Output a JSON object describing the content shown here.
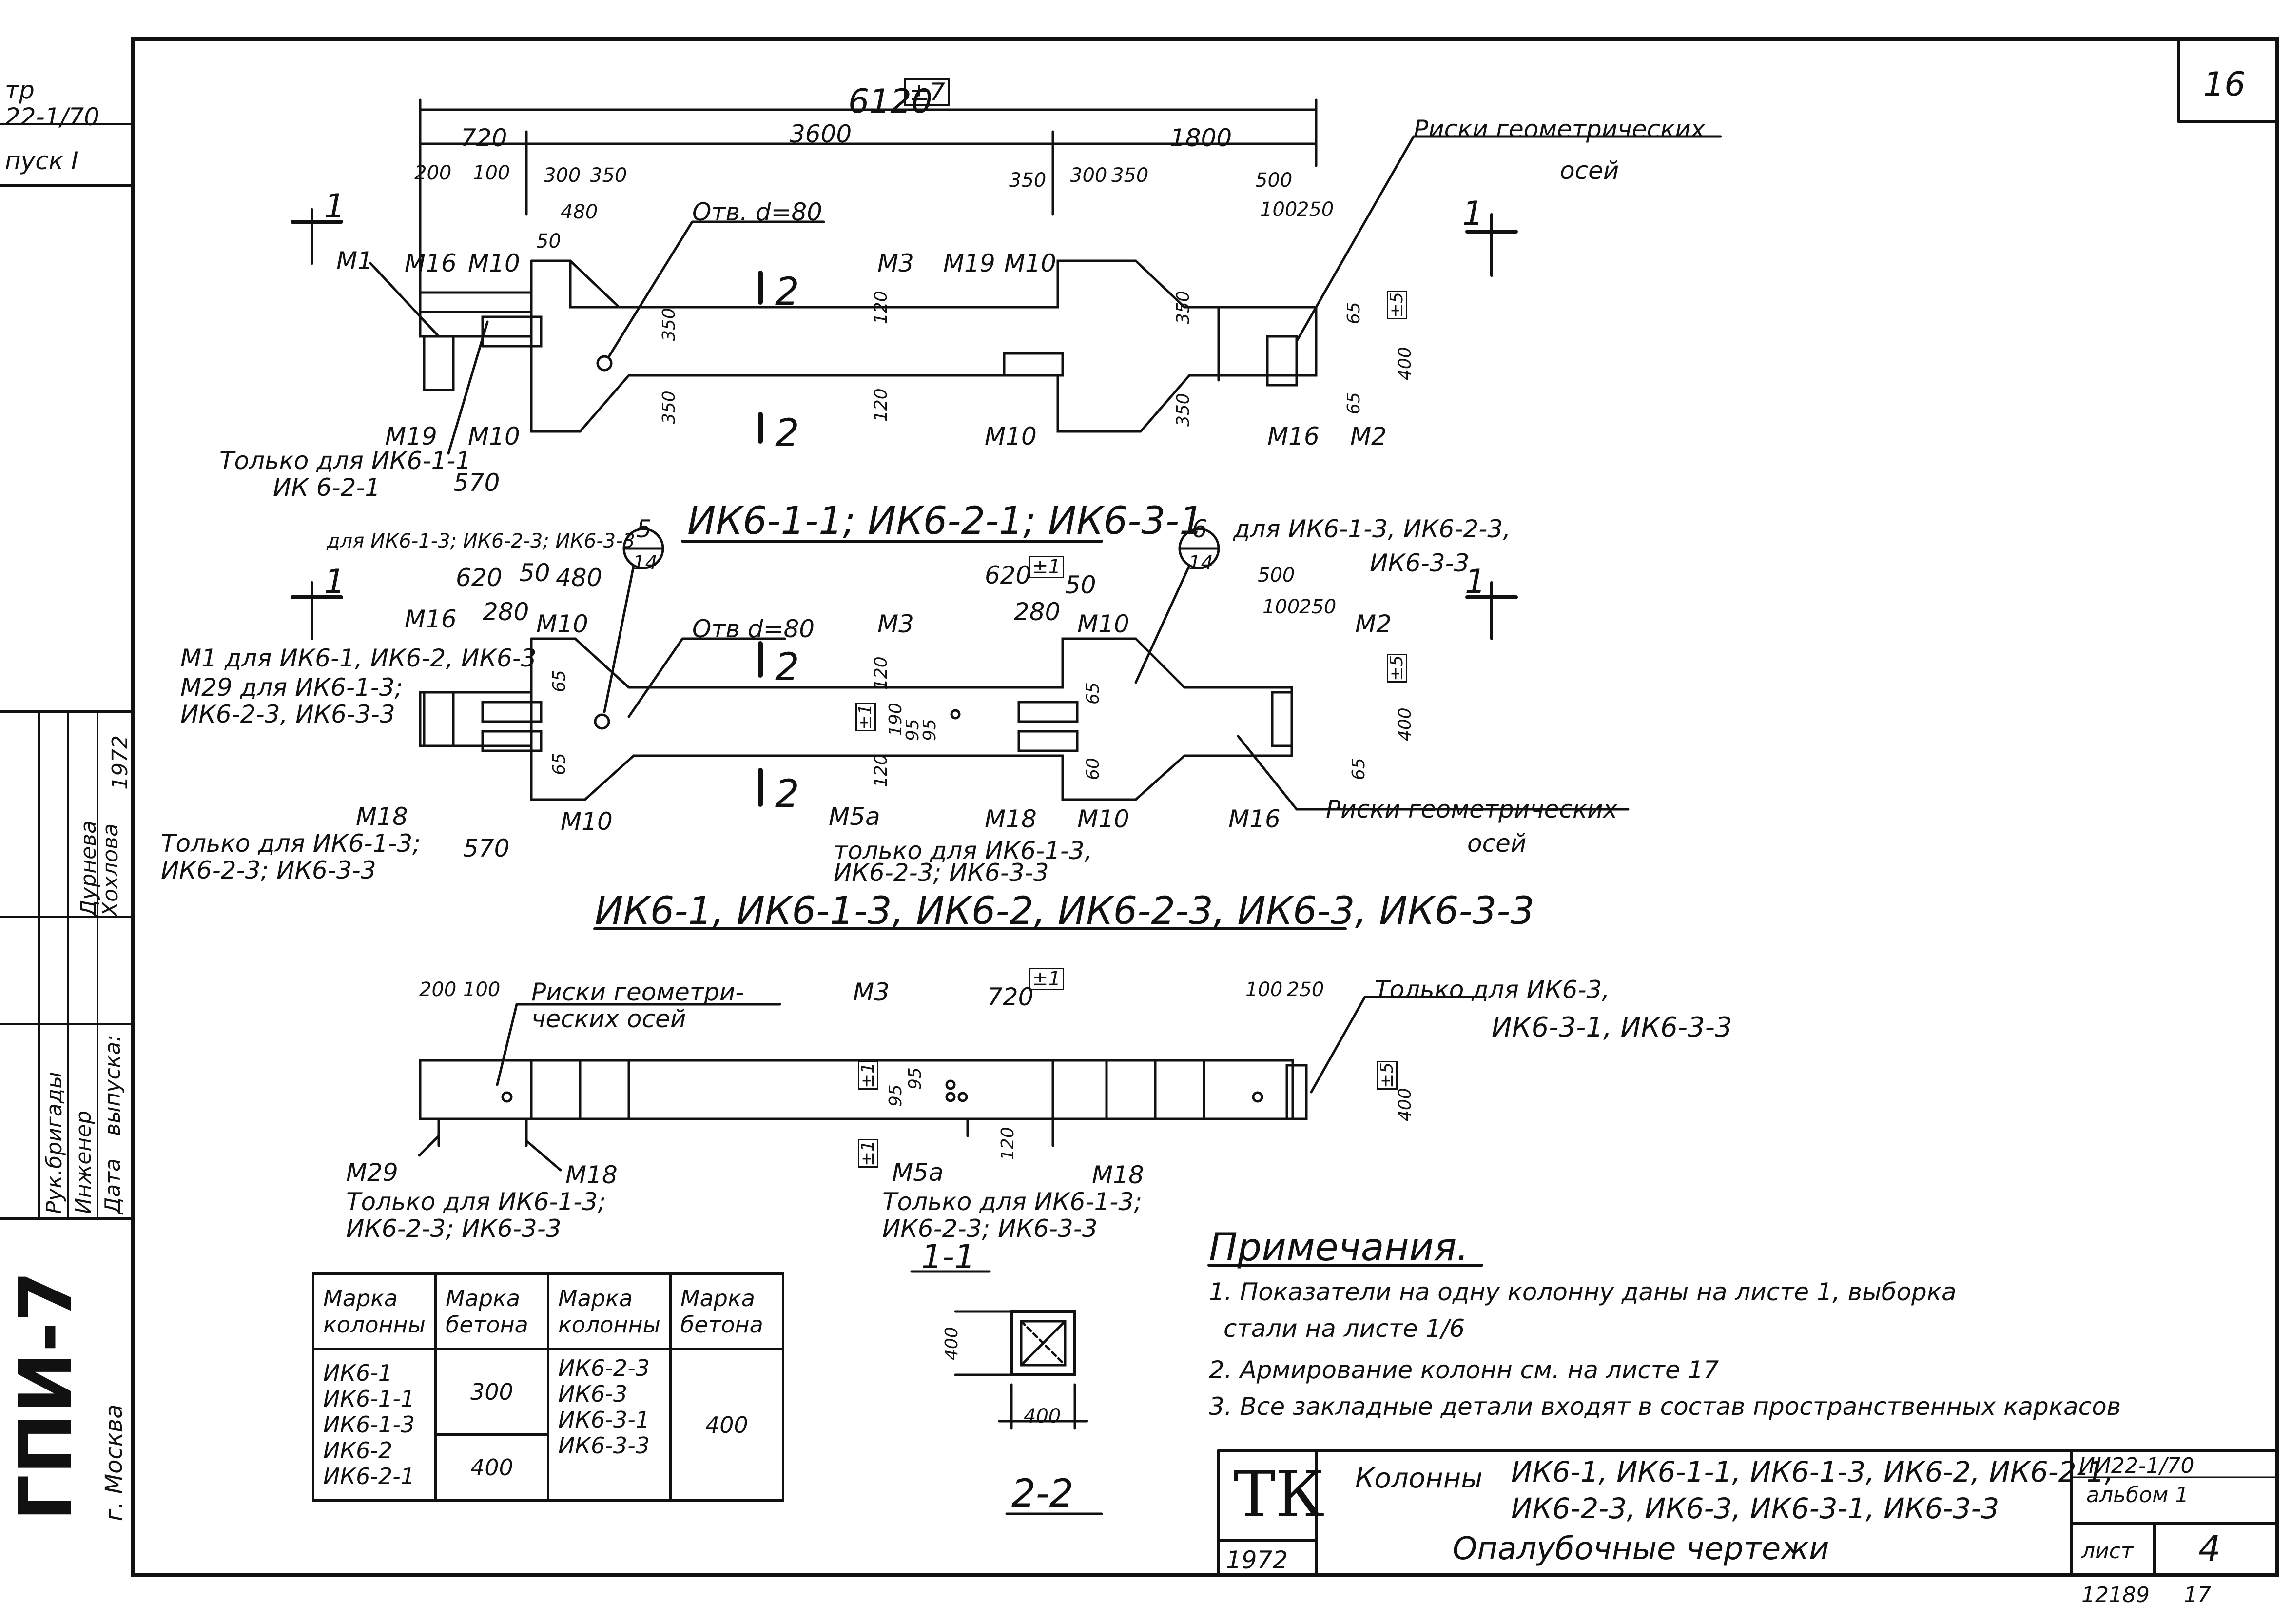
{
  "sheet_number": "16",
  "left_strip": {
    "code_top": "тр",
    "code_series": "22-1/70",
    "release": "пуск I",
    "year": "1972",
    "surname_1": "Дурнева",
    "surname_2": "Хохлова",
    "role_1": "Рук.бригады",
    "role_2": "Инженер",
    "role_3": "Дата",
    "role_3b": "выпуска:",
    "org": "ГПИ-7",
    "city": "г. Москва"
  },
  "view1": {
    "total_dim": "6120",
    "total_tol": "±7",
    "dim_720": "720",
    "dim_3600": "3600",
    "dim_1800": "1800",
    "dim_200": "200",
    "dim_100": "100",
    "dim_300": "300",
    "dim_350a": "350",
    "dim_480": "480",
    "dim_50": "50",
    "dim_350b": "350",
    "dim_300b": "300",
    "dim_350c": "350",
    "dim_500": "500",
    "dim_100b": "100",
    "dim_250": "250",
    "hole": "Отв. d=80",
    "risk_1": "Риски геометрических",
    "risk_2": "осей",
    "m1": "М1",
    "m16": "М16",
    "m10a": "М10",
    "m3": "М3",
    "m19": "М19",
    "m10b": "М10",
    "m19b": "М19",
    "m10c": "М10",
    "m10d": "М10",
    "m16b": "М16",
    "m2": "М2",
    "v350a": "350",
    "v350b": "350",
    "v350c": "350",
    "v350d": "350",
    "v120a": "120",
    "v120b": "120",
    "v65a": "65",
    "v65b": "65",
    "v400": "400",
    "v5": "±5",
    "only_1": "Только для ИК6-1-1",
    "only_2": "ИК 6-2-1",
    "dim_570": "570",
    "sec_1": "1",
    "sec_2": "2"
  },
  "view2_title": "ИК6-1-1; ИК6-2-1; ИК6-3-1",
  "view2": {
    "callout5_top": "5",
    "callout5_bot": "14",
    "callout6_top": "6",
    "callout6_bot": "14",
    "for_left": "для ИК6-1-3; ИК6-2-3; ИК6-3-3",
    "for_right_1": "для ИК6-1-3, ИК6-2-3,",
    "for_right_2": "ИК6-3-3",
    "dim_620": "620",
    "dim_50": "50",
    "dim_480": "480",
    "dim_280": "280",
    "dim_620b": "620",
    "tol_620b": "±1",
    "dim_50b": "50",
    "dim_280b": "280",
    "dim_500": "500",
    "dim_100": "100",
    "dim_250": "250",
    "m16": "М16",
    "m10": "М10",
    "hole": "Отв d=80",
    "m3": "М3",
    "m10b": "М10",
    "m2": "М2",
    "m1_note": "М1 для ИК6-1, ИК6-2, ИК6-3",
    "m29_note_1": "М29 для ИК6-1-3;",
    "m29_note_2": "ИК6-2-3, ИК6-3-3",
    "m18": "М18",
    "m10c": "М10",
    "m5a": "М5а",
    "m18b": "М18",
    "m10d": "М10",
    "m16b": "М16",
    "only_1": "Только для ИК6-1-3;",
    "only_2": "ИК6-2-3; ИК6-3-3",
    "dim_570": "570",
    "only_3": "только для ИК6-1-3,",
    "only_4": "ИК6-2-3; ИК6-3-3",
    "risk_1": "Риски геометрических",
    "risk_2": "осей",
    "v65": "65",
    "v120": "120",
    "v190": "190",
    "v95a": "95",
    "v95b": "95",
    "v120b": "120",
    "v65b": "65",
    "v65c": "65",
    "v60": "60",
    "v65d": "65",
    "v400": "400",
    "v5": "±5",
    "v1": "±1",
    "sec_2a": "2",
    "sec_2b": "2",
    "sec_1a": "1",
    "sec_1b": "1"
  },
  "view3_title": "ИК6-1, ИК6-1-3, ИК6-2, ИК6-2-3, ИК6-3, ИК6-3-3",
  "view3": {
    "dim_200": "200",
    "dim_100": "100",
    "risk_1": "Риски геометри-",
    "risk_2": "ческих осей",
    "m3": "М3",
    "dim_720": "720",
    "tol_720": "±1",
    "dim_100b": "100",
    "dim_250": "250",
    "only_r1": "Только для ИК6-3,",
    "only_r2": "ИК6-3-1, ИК6-3-3",
    "v1a": "±1",
    "v95a": "95",
    "v95b": "95",
    "v1b": "±1",
    "v120": "120",
    "v5": "±5",
    "v400": "400",
    "m29": "М29",
    "m18": "М18",
    "m5a": "М5а",
    "m18b": "М18",
    "only_1": "Только для ИК6-1-3;",
    "only_2": "ИК6-2-3; ИК6-3-3",
    "only_3": "Только для ИК6-1-3;",
    "only_4": "ИК6-2-3; ИК6-3-3"
  },
  "section11": {
    "title": "1-1",
    "dim_h": "400",
    "dim_w": "400"
  },
  "section22": {
    "title": "2-2"
  },
  "mark_table": {
    "headers": [
      "Марка колонны",
      "Марка бетона",
      "Марка колонны",
      "Марка бетона"
    ],
    "col1": [
      "ИК6-1",
      "ИК6-1-1",
      "ИК6-1-3",
      "ИК6-2",
      "ИК6-2-1"
    ],
    "b300": "300",
    "b400a": "400",
    "col3": [
      "ИК6-2-3",
      "ИК6-3",
      "ИК6-3-1",
      "ИК6-3-3"
    ],
    "b400b": "400"
  },
  "notes": {
    "title": "Примечания.",
    "n1a": "1. Показатели на одну колонну даны на листе 1, выборка",
    "n1b": "стали на листе 1/6",
    "n2": "2. Армирование колонн см. на листе 17",
    "n3": "3. Все закладные детали входят в состав пространственных каркасов"
  },
  "title_block": {
    "logo": "ТК",
    "year": "1972",
    "kol": "Колонны",
    "line1": "ИК6-1, ИК6-1-1, ИК6-1-3, ИК6-2, ИК6-2-1,",
    "line2": "ИК6-2-3, ИК6-3, ИК6-3-1, ИК6-3-3",
    "line3": "Опалубочные чертежи",
    "series": "ИИ22-1/70",
    "album": "альбом 1",
    "sheet_label": "лист",
    "sheet": "4"
  },
  "footer": {
    "inv": "12189",
    "page": "17"
  }
}
